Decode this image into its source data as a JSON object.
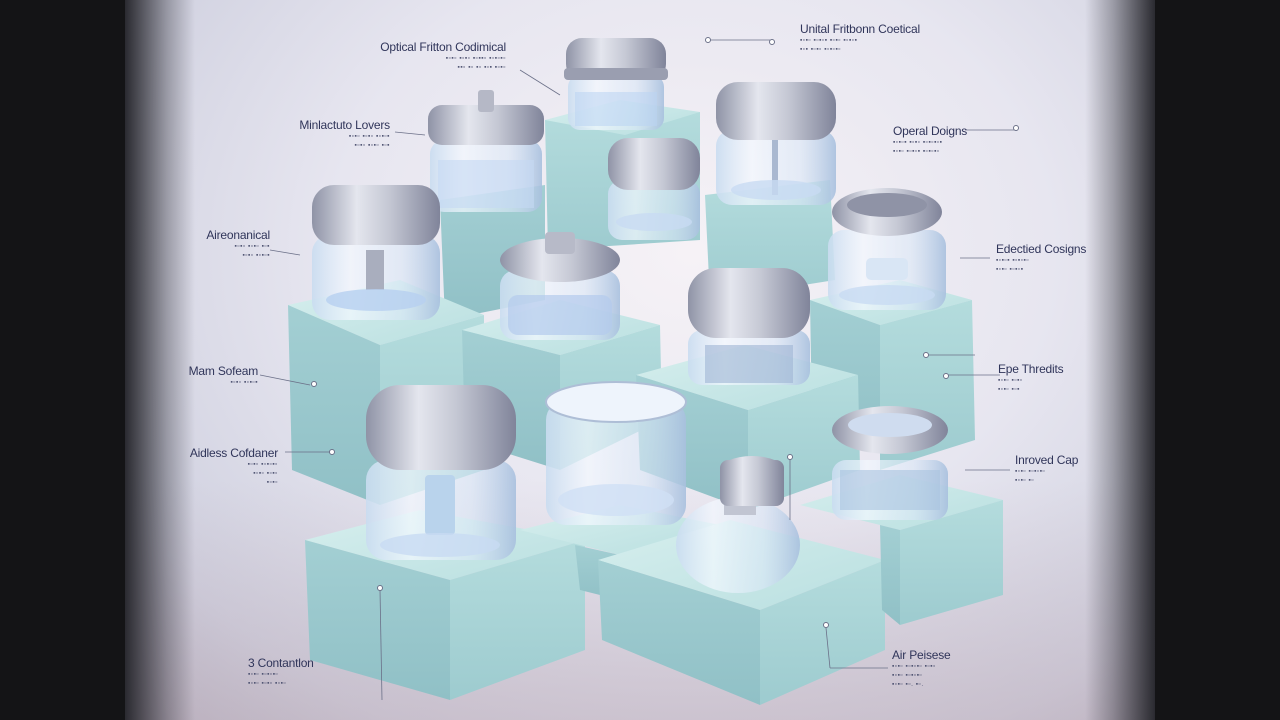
{
  "labels": {
    "optical_friction": {
      "title": "Optical Fritton Codimical",
      "line1": "▪▫▪▫ ▪▫▪▫ ▪▫▪▪▫ ▪▫▪▫▪▫",
      "line2": "▪▪▫ ▪▫ ▪▫ ▪▫▪ ▪▫▪▫"
    },
    "unital_friction": {
      "title": "Unital Fritbonn Coetical",
      "line1": "▪▫▪▫ ▪▫▪▫▪ ▪▫▪▫ ▪▫▪▫▪",
      "line2": "▪▫▪ ▪▫▪▫ ▪▫▪▫▪▫"
    },
    "miniature_lovers": {
      "title": "Minlactuto Lovers",
      "line1": "▪▫▪▫ ▪▫▪▫ ▪▫▪▫▪",
      "line2": "▪▫▪▫ ▪▫▪▫ ▪▫▪"
    },
    "operal_designs": {
      "title": "Operal Doigns",
      "line1": "▪▫▪▫▪ ▪▫▪▫ ▪▫▪▫▪▫▪",
      "line2": "▪▫▪▫ ▪▫▪▫▪ ▪▫▪▫▪▫"
    },
    "aireonanical": {
      "title": "Aireonanical",
      "line1": "▪▫▪▫ ▪▫▪▫ ▪▫▪",
      "line2": "▪▫▪▫ ▪▫▪▫▪"
    },
    "edectied_cosigns": {
      "title": "Edectied Cosigns",
      "line1": "▪▫▪▫▪ ▪▫▪▫▪▫",
      "line2": "▪▫▪▫ ▪▫▪▫▪"
    },
    "mam_sofeam": {
      "title": "Mam Sofeam",
      "line1": "▪▫▪▫ ▪▫▪▫▪"
    },
    "epe_thredits": {
      "title": "Epe Thredits",
      "line1": "▪▫▪▫ ▪▫▪▫",
      "line2": "▪▫▪▫ ▪▫▪"
    },
    "airless_container": {
      "title": "Aidless Cofdaner",
      "line1": "▪▫▪▫ ▪▫▪▫▪▫",
      "line2": "▪▫▪▫ ▪▫▪▫",
      "line3": "▪▫▪▫"
    },
    "improved_cap": {
      "title": "Inroved Cap",
      "line1": "▪▫▪▫ ▪▫▪▫▪▫",
      "line2": "▪▫▪▫ ▪▫"
    },
    "containtion": {
      "title": "3 Contantlon",
      "line1": "▪▫▪▫ ▪▫▪▫▪▫",
      "line2": "▪▫▪▫ ▪▫▪▫ ▪▫▪▫"
    },
    "air_peisese": {
      "title": "Air Peisese",
      "line1": "▪▫▪▫ ▪▫▪▫▪▫ ▪▫▪▫",
      "line2": "▪▫▪▫ ▪▫▪▫▪▫",
      "line3": "▪▫▪▫ ▪▫. ▪▫."
    }
  },
  "colors": {
    "pedestal": "#a9d3d6",
    "pedestal_dark": "#86b9be",
    "cap": "#b9bcc9",
    "glass": "#dce9f6",
    "label_text": "#30355a",
    "leader": "#6b7088"
  }
}
